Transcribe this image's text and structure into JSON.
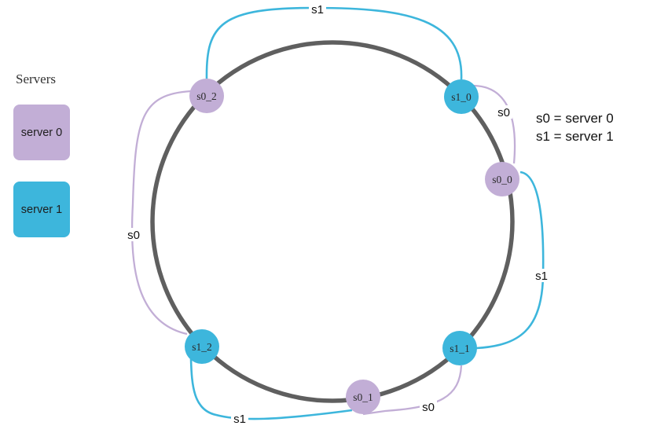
{
  "colors": {
    "server0": "#c2aed6",
    "server1": "#3db6dc",
    "ring": "#5f5f5f"
  },
  "legend": {
    "title": "Servers",
    "items": [
      {
        "label": "server 0",
        "color": "#c2aed6"
      },
      {
        "label": "server 1",
        "color": "#3db6dc"
      }
    ]
  },
  "key": {
    "line0": "s0 = server 0",
    "line1": "s1 = server 1"
  },
  "nodes": [
    {
      "id": "s0_2",
      "label": "s0_2",
      "server": 0
    },
    {
      "id": "s1_0",
      "label": "s1_0",
      "server": 1
    },
    {
      "id": "s0_0",
      "label": "s0_0",
      "server": 0
    },
    {
      "id": "s1_1",
      "label": "s1_1",
      "server": 1
    },
    {
      "id": "s0_1",
      "label": "s0_1",
      "server": 0
    },
    {
      "id": "s1_2",
      "label": "s1_2",
      "server": 1
    }
  ],
  "arcs": [
    {
      "from": "s0_2",
      "to": "s1_0",
      "label": "s1",
      "server": 1
    },
    {
      "from": "s1_0",
      "to": "s0_0",
      "label": "s0",
      "server": 0
    },
    {
      "from": "s0_0",
      "to": "s1_1",
      "label": "s1",
      "server": 1
    },
    {
      "from": "s1_1",
      "to": "s0_1",
      "label": "s0",
      "server": 0
    },
    {
      "from": "s0_1",
      "to": "s1_2",
      "label": "s1",
      "server": 1
    },
    {
      "from": "s1_2",
      "to": "s0_2",
      "label": "s0",
      "server": 0
    }
  ]
}
